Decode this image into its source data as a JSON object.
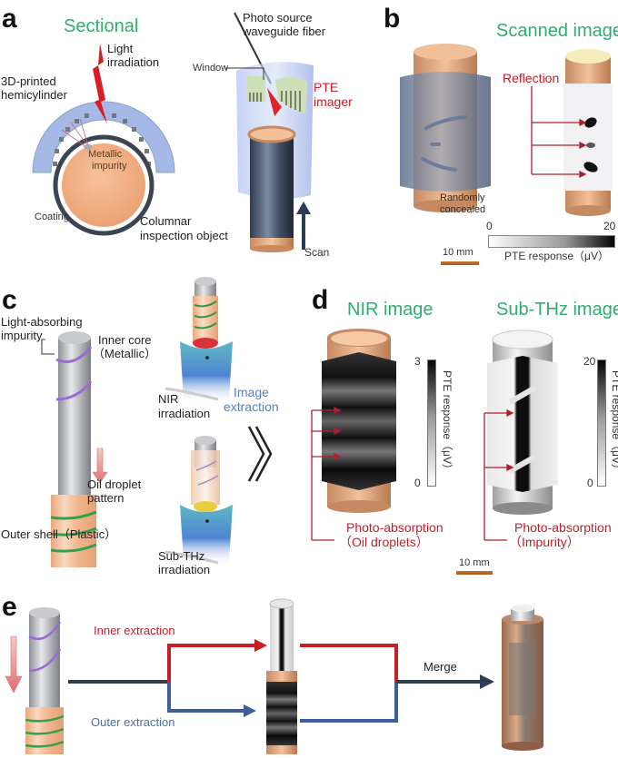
{
  "panels": {
    "a": {
      "letter": "a",
      "title": "Sectional",
      "labels": {
        "light_irradiation_1": "Light",
        "light_irradiation_2": "irradiation",
        "hemicylinder_1": "3D-printed",
        "hemicylinder_2": "hemicylinder",
        "impurity_1": "Metallic",
        "impurity_2": "impurity",
        "coating": "Coating",
        "columnar_1": "Columnar",
        "columnar_2": "inspection object",
        "fiber_1": "Photo source",
        "fiber_2": "waveguide fiber",
        "window": "Window",
        "pte_1": "PTE",
        "pte_2": "imager",
        "scan": "Scan"
      }
    },
    "b": {
      "letter": "b",
      "title": "Scanned image",
      "labels": {
        "reflection": "Reflection",
        "concealed_1": "Randomly",
        "concealed_2": "concealed",
        "colorbar_min": "0",
        "colorbar_max": "20",
        "colorbar_label": "PTE response（μV）",
        "scale": "10 mm"
      },
      "colorbar_range_uV": [
        0,
        20
      ]
    },
    "c": {
      "letter": "c",
      "labels": {
        "impurity_1": "Light-absorbing",
        "impurity_2": "impurity",
        "inner_1": "Inner core",
        "inner_2": "（Metallic）",
        "oil_1": "Oil droplet",
        "oil_2": "pattern",
        "outer": "Outer shell（Plastic）",
        "nir_1": "NIR",
        "nir_2": "irradiation",
        "subthz_1": "Sub-THz",
        "subthz_2": "irradiation",
        "extract_1": "Image",
        "extract_2": "extraction"
      }
    },
    "d": {
      "letter": "d",
      "nir_title": "NIR image",
      "subthz_title": "Sub-THz image",
      "nir_colorbar": {
        "min": "0",
        "max": "3",
        "label": "PTE response（μV）"
      },
      "subthz_colorbar": {
        "min": "0",
        "max": "20",
        "label": "PTE response（μV）"
      },
      "nir_annot_1": "Photo-absorption",
      "nir_annot_2": "（Oil droplets）",
      "subthz_annot_1": "Photo-absorption",
      "subthz_annot_2": "（Impurity）",
      "scale": "10 mm"
    },
    "e": {
      "letter": "e",
      "inner": "Inner extraction",
      "outer": "Outer extraction",
      "merge": "Merge"
    }
  },
  "colors": {
    "title_green": "#2fae6e",
    "annot_red": "#c0202a",
    "flow_red": "#c81e28",
    "flow_blue": "#3a5f9a",
    "flow_navy": "#2f3d52",
    "copper": "#e8a57a",
    "hemi_blue": "#9fb5e3"
  }
}
